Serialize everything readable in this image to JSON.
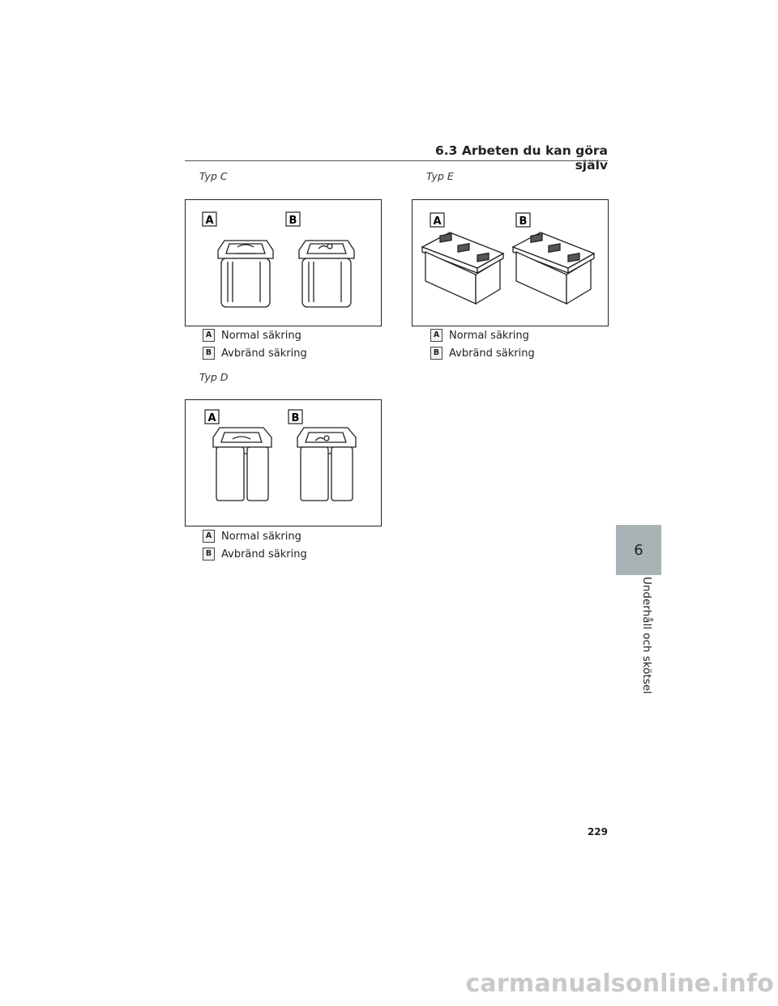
{
  "header": {
    "section_title": "6.3 Arbeten du kan göra själv"
  },
  "figures": [
    {
      "title": "Typ C",
      "label_a": "A",
      "label_b": "B",
      "legend": [
        {
          "badge": "A",
          "text": "Normal säkring"
        },
        {
          "badge": "B",
          "text": "Avbränd säkring"
        }
      ]
    },
    {
      "title": "Typ D",
      "label_a": "A",
      "label_b": "B",
      "legend": [
        {
          "badge": "A",
          "text": "Normal säkring"
        },
        {
          "badge": "B",
          "text": "Avbränd säkring"
        }
      ]
    },
    {
      "title": "Typ E",
      "label_a": "A",
      "label_b": "B",
      "legend": [
        {
          "badge": "A",
          "text": "Normal säkring"
        },
        {
          "badge": "B",
          "text": "Avbränd säkring"
        }
      ]
    }
  ],
  "chapter": {
    "number": "6",
    "title": "Underhåll och skötsel"
  },
  "page_number": "229",
  "watermark": "carmanualsonline.info"
}
